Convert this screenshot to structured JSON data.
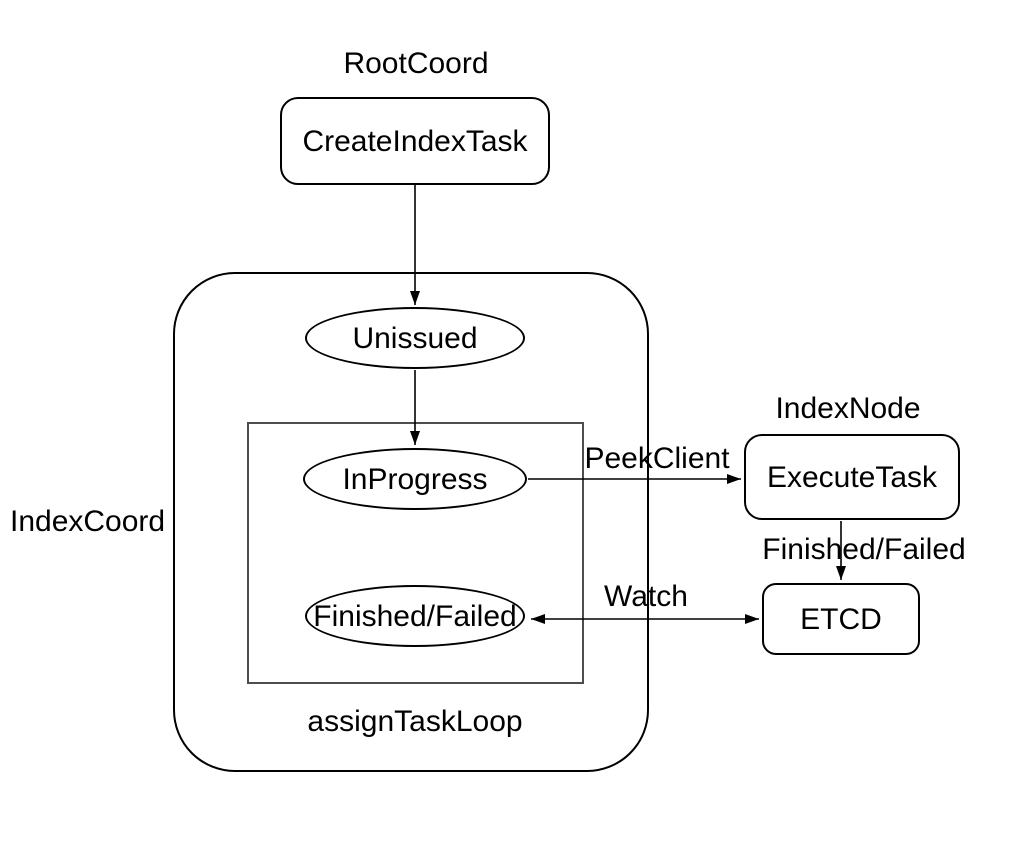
{
  "diagram": {
    "groups": {
      "root_coord": "RootCoord",
      "index_coord": "IndexCoord",
      "index_node": "IndexNode",
      "assign_task_loop": "assignTaskLoop"
    },
    "nodes": {
      "create_index_task": "CreateIndexTask",
      "unissued": "Unissued",
      "in_progress": "InProgress",
      "finished_failed": "Finished/Failed",
      "execute_task": "ExecuteTask",
      "etcd": "ETCD"
    },
    "edge_labels": {
      "peek_client": "PeekClient",
      "finished_failed": "Finished/Failed",
      "watch": "Watch"
    },
    "colors": {
      "stroke": "#000000",
      "inner_group_stroke": "#4d4d4d",
      "text": "#000000",
      "background": "#ffffff"
    }
  }
}
